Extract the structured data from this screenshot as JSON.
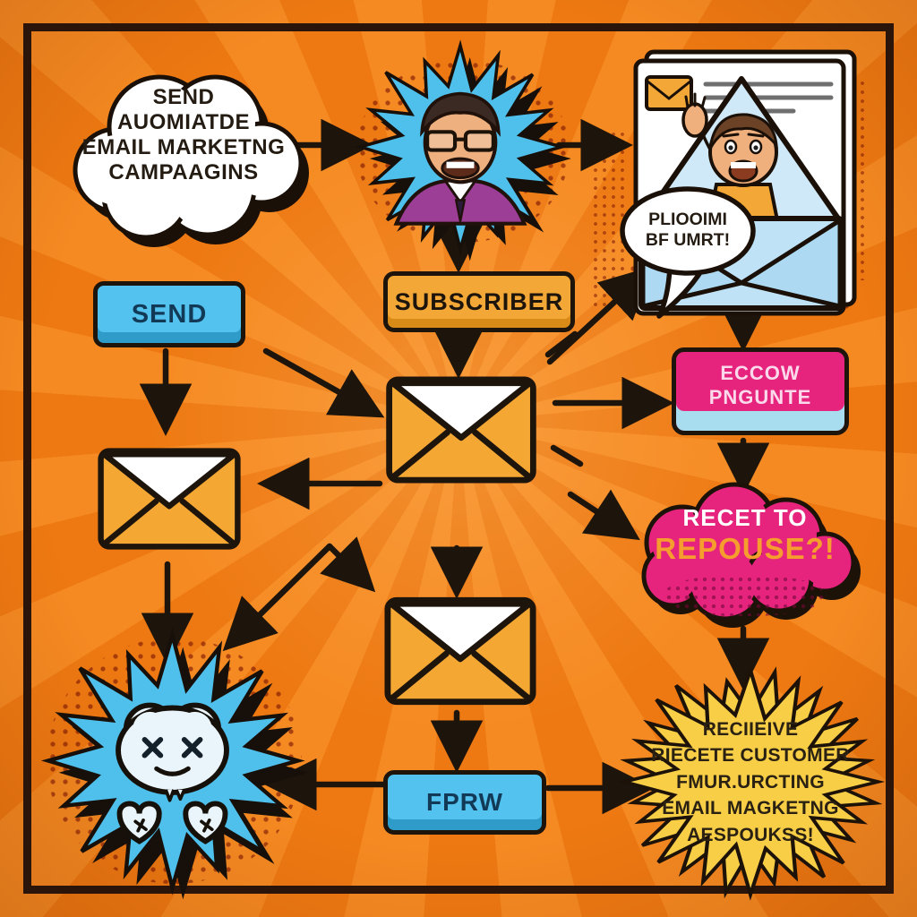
{
  "intro_cloud": {
    "lines": [
      "SEND",
      "AUOMIATDE",
      "EMAIL MARKETNG",
      "CAMPAAGINS"
    ]
  },
  "buttons": {
    "send": "SEND",
    "subscriber": "SUBSCRIBER",
    "forward": "FPRW",
    "engage": {
      "lines": [
        "ECCOW",
        "PNGUNTE"
      ]
    }
  },
  "speech_bubble": {
    "lines": [
      "PLIOOIMI",
      "BF UMRT!"
    ]
  },
  "response_cloud": {
    "lines": [
      "RECET TO",
      "REPOUSE?!"
    ]
  },
  "result_burst": {
    "lines": [
      "RECIIEIVE",
      "RIECETE CUSTOMER",
      "FMUR.URCTING",
      "EMAIL MAGKETNG",
      "AESPOUKSS!"
    ]
  },
  "icons": {
    "envelope": "envelope-icon",
    "starburst": "starburst-shape",
    "subscriber_face": "smiling-man-avatar",
    "mail_man": "excited-man-in-envelope",
    "mascot": "cloud-mascot-x-eyes"
  },
  "colors": {
    "background": "#F1801C",
    "blue": "#53C2EF",
    "pink": "#E6247E",
    "amber": "#F2A736",
    "yellow": "#F7CE46",
    "ink": "#1D140B"
  }
}
